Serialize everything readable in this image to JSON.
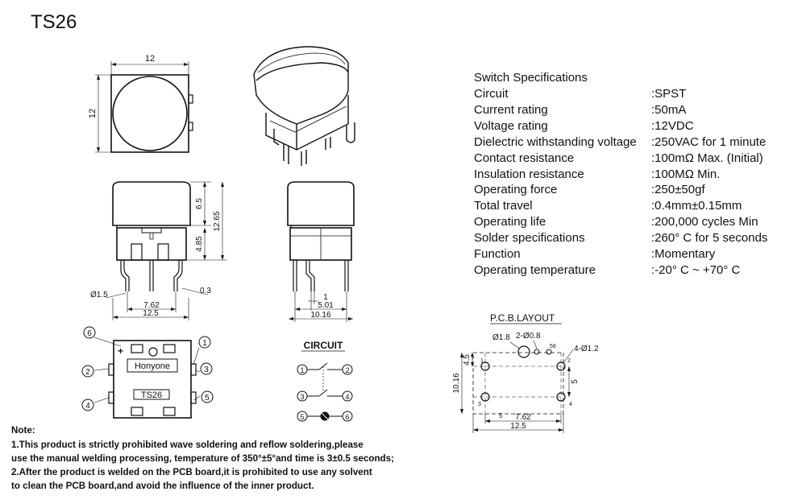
{
  "title": "TS26",
  "specifications": {
    "heading": "Switch Specifications",
    "rows": [
      {
        "label": "Circuit",
        "value": ":SPST"
      },
      {
        "label": "Current rating",
        "value": ":50mA"
      },
      {
        "label": "Voltage rating",
        "value": ":12VDC"
      },
      {
        "label": "Dielectric withstanding voltage",
        "value": ":250VAC for 1 minute"
      },
      {
        "label": "Contact resistance",
        "value": ":100mΩ  Max. (Initial)"
      },
      {
        "label": "Insulation resistance",
        "value": ":100MΩ  Min."
      },
      {
        "label": "Operating force",
        "value": ":250±50gf"
      },
      {
        "label": "Total travel",
        "value": ":0.4mm±0.15mm"
      },
      {
        "label": "Operating life",
        "value": ":200,000 cycles Min"
      },
      {
        "label": "Solder specifications",
        "value": ":260° C for 5 seconds"
      },
      {
        "label": "Function",
        "value": ":Momentary"
      },
      {
        "label": "Operating temperature",
        "value": ":-20° C ~ +70° C"
      }
    ]
  },
  "dimensions": {
    "top_width": "12",
    "top_height": "12",
    "cap_height": "6.5",
    "total_height": "12.65",
    "body_height": "4.85",
    "pin_offset": "0.3",
    "pin_diameter": "Ø1.5",
    "pin_spacing_x": "7.62",
    "width_total": "12.5",
    "side_pin": "1",
    "side_spacing": "5.01",
    "side_width": "10.16"
  },
  "bottom_view": {
    "brand": "Honyone",
    "model": "TS26",
    "pins": [
      "1",
      "2",
      "3",
      "4",
      "5",
      "6"
    ]
  },
  "circuit": {
    "heading": "CIRCUIT",
    "pins": [
      "1",
      "2",
      "3",
      "4",
      "5",
      "6"
    ]
  },
  "pcb": {
    "heading": "P.C.B.LAYOUT",
    "hole_large": "Ø1.8",
    "hole_small": "2-Ø0.8",
    "hole_four": "4-Ø1.2",
    "dim_10_16": "10.16",
    "dim_4_5": "4.5",
    "dim_5": "5",
    "dim_7_62": "7.62",
    "dim_12_5": "12.5",
    "dim_pin_gap": "5",
    "pin_labels": [
      "1",
      "2",
      "3",
      "4",
      "5",
      "6"
    ]
  },
  "notes": {
    "heading": "Note:",
    "lines": [
      "        1.This product is strictly prohibited wave soldering and reflow soldering,please",
      "use the manual welding processing, temperature of 350°±5°and time is 3±0.5 seconds;",
      "        2.After the product is welded on the PCB board,it is prohibited to use any solvent",
      "to clean the PCB board,and avoid the influence of the inner product."
    ]
  }
}
